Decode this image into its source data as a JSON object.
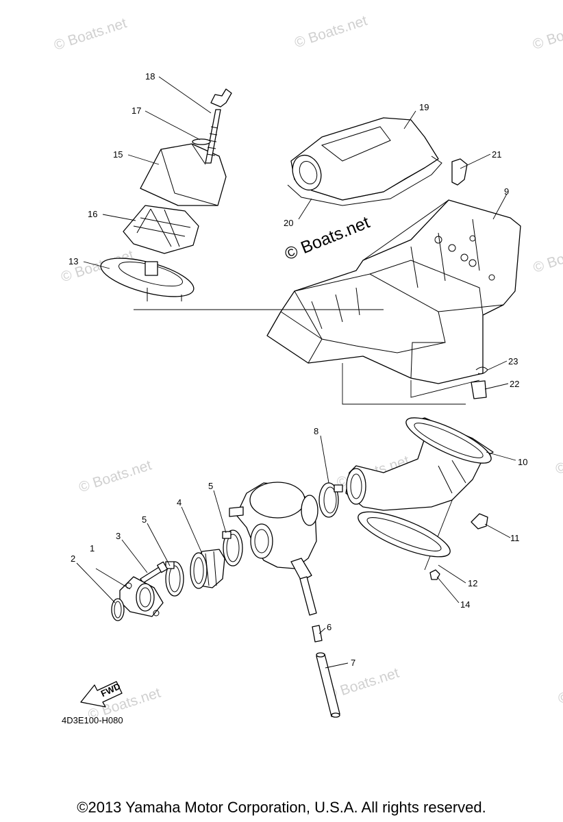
{
  "watermark": "© Boats.net",
  "diagram_code": "4D3E100-H080",
  "fwd_label": "FWD",
  "copyright": "©2013 Yamaha Motor Corporation, U.S.A. All rights reserved.",
  "callouts": [
    "1",
    "2",
    "3",
    "4",
    "5",
    "5",
    "6",
    "7",
    "8",
    "9",
    "10",
    "11",
    "12",
    "13",
    "14",
    "15",
    "16",
    "17",
    "18",
    "19",
    "20",
    "21",
    "22",
    "23"
  ]
}
